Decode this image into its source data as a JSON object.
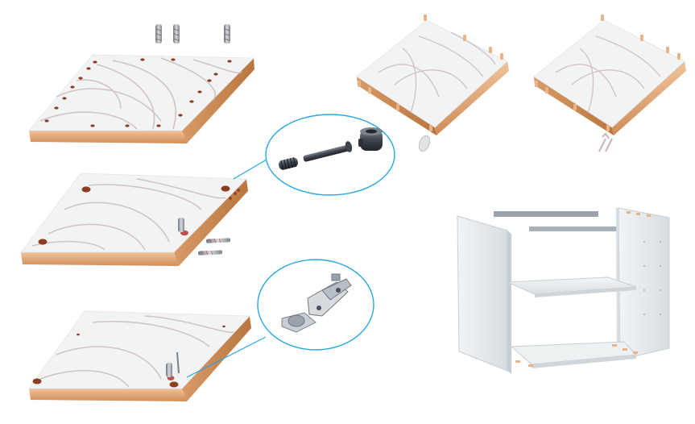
{
  "figure": {
    "panels": [
      {
        "id": "dowel-panel",
        "holes": 18
      },
      {
        "id": "cam-panel"
      },
      {
        "id": "hinge-panel"
      },
      {
        "id": "dowel-inserted-panel"
      },
      {
        "id": "dowel-pushed-panel"
      },
      {
        "id": "cabinet-frame"
      }
    ],
    "callouts": [
      {
        "id": "cam-lock-callout",
        "parts": [
          "connector-bolt",
          "cam-lock-nut",
          "threaded-insert"
        ]
      },
      {
        "id": "hinge-callout",
        "parts": [
          "concealed-hinge"
        ]
      }
    ]
  },
  "colors": {
    "panel_top": "#f2f3f4",
    "wood_grain": "#c9b4b6",
    "edge_light": "#e9b48a",
    "edge_dark": "#c9854f",
    "hole": "#8b3d1e",
    "callout_line": "#29a8e0",
    "metal": "#9aa2ab",
    "cabinet_side": "#e8ecee",
    "cabinet_shadow": "#c7ced3"
  }
}
